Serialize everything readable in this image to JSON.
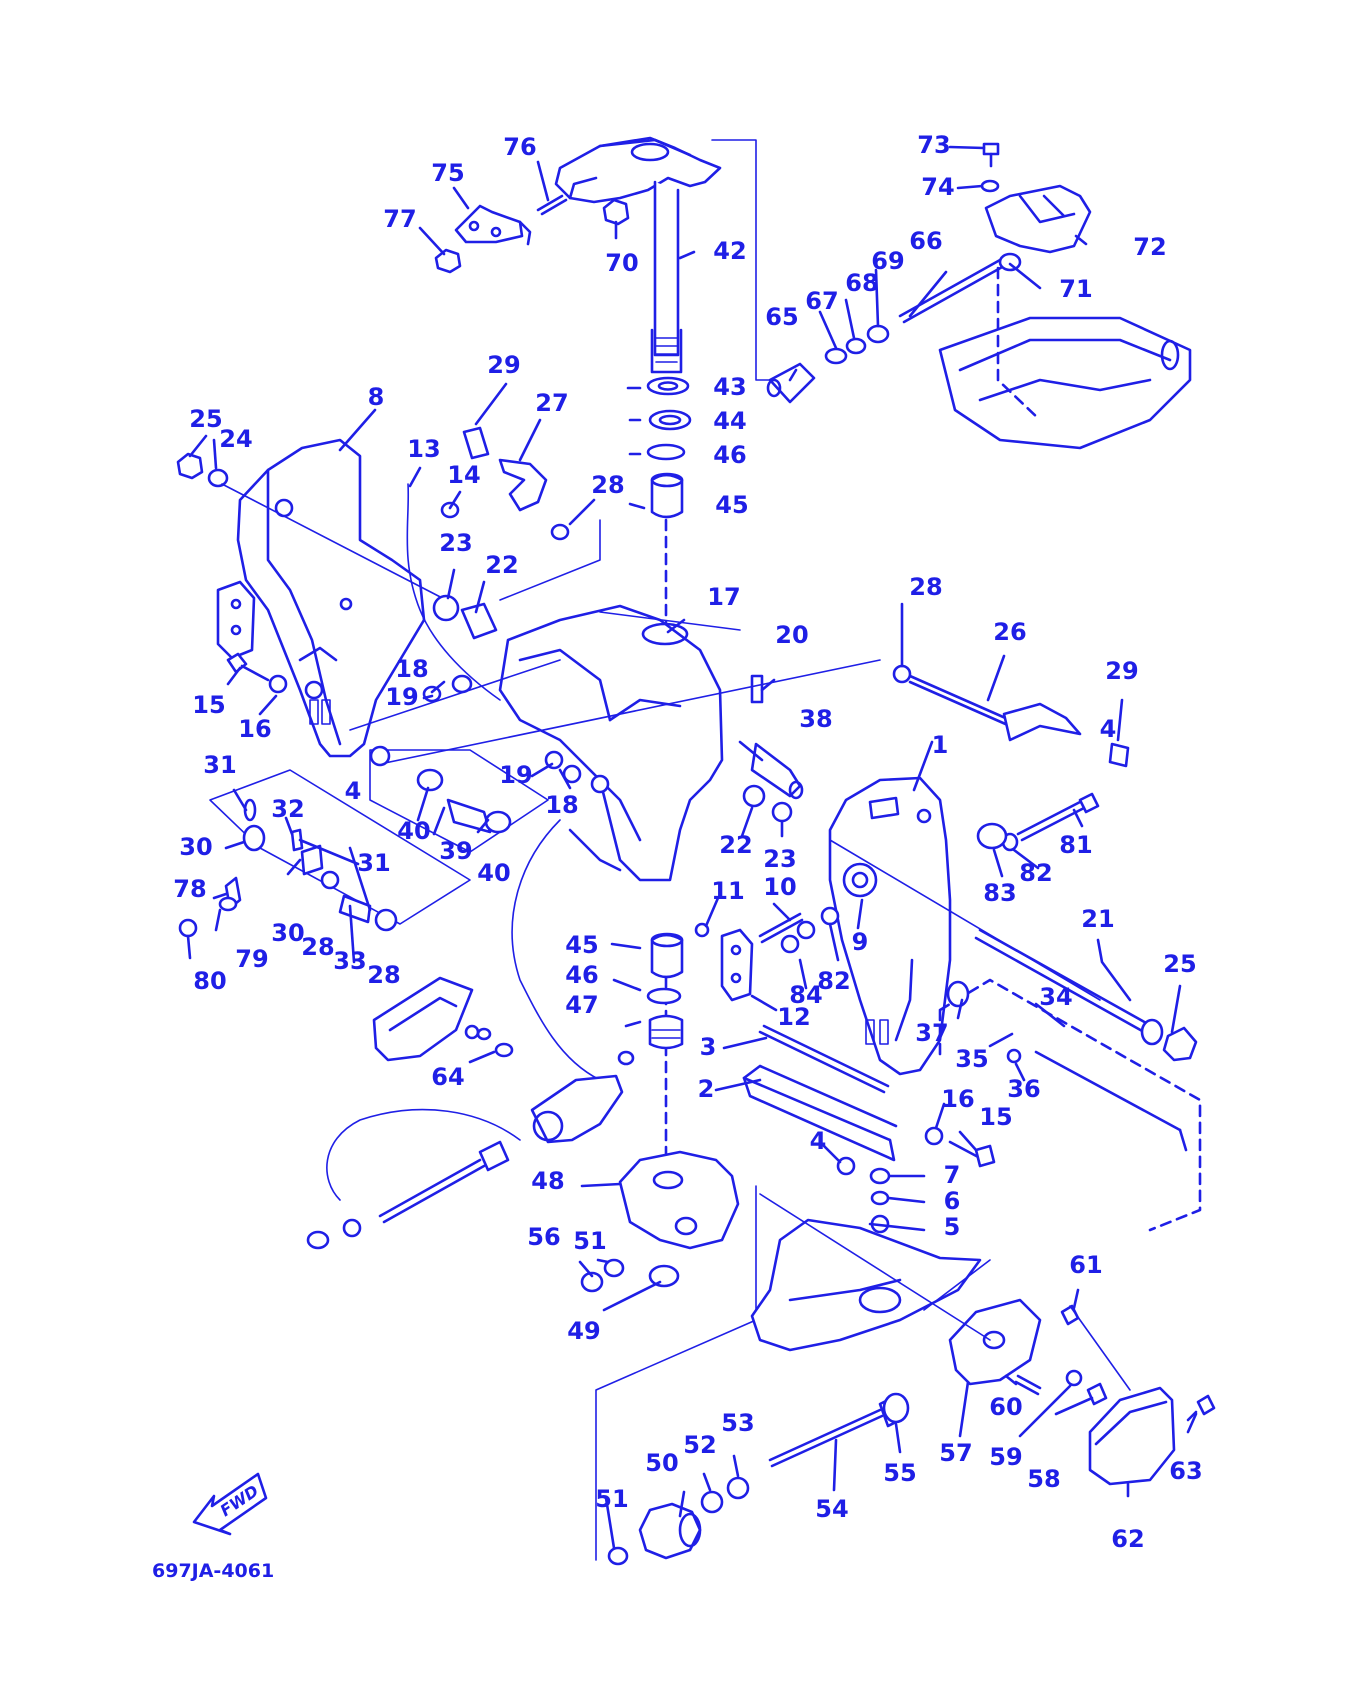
{
  "diagram": {
    "code": "697JA-4061",
    "fwd_label": "FWD",
    "ink_color": "#1f1fe6",
    "background_color": "#ffffff",
    "part_numbers": [
      "1",
      "2",
      "3",
      "4",
      "4",
      "4",
      "5",
      "6",
      "7",
      "8",
      "9",
      "10",
      "11",
      "12",
      "13",
      "14",
      "15",
      "15",
      "16",
      "16",
      "17",
      "18",
      "18",
      "19",
      "19",
      "20",
      "21",
      "22",
      "22",
      "23",
      "23",
      "24",
      "25",
      "25",
      "26",
      "27",
      "28",
      "28",
      "28",
      "28",
      "29",
      "29",
      "30",
      "30",
      "31",
      "31",
      "32",
      "33",
      "34",
      "35",
      "36",
      "37",
      "38",
      "39",
      "40",
      "40",
      "42",
      "43",
      "44",
      "45",
      "45",
      "46",
      "46",
      "47",
      "48",
      "49",
      "50",
      "51",
      "51",
      "52",
      "53",
      "54",
      "55",
      "56",
      "57",
      "58",
      "59",
      "60",
      "61",
      "62",
      "63",
      "64",
      "65",
      "66",
      "67",
      "68",
      "69",
      "70",
      "71",
      "72",
      "73",
      "74",
      "75",
      "76",
      "77",
      "78",
      "79",
      "80",
      "81",
      "82",
      "82",
      "83",
      "84"
    ]
  }
}
